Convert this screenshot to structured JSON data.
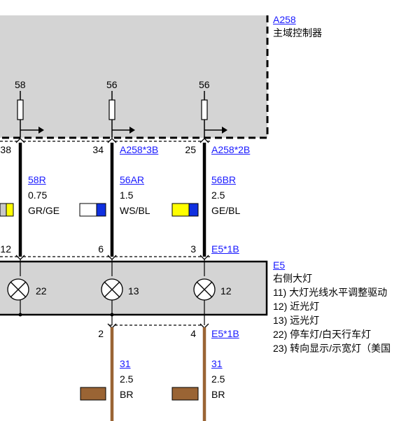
{
  "module_a": {
    "id": "A258",
    "name": "主域控制器",
    "fuse_labels": [
      "58",
      "56",
      "56"
    ]
  },
  "wires": [
    {
      "pin_top": "38",
      "connector_top": "",
      "code": "58R",
      "cross_section": "0.75",
      "color": "GR/GE",
      "swatch_left": "#c8c8c8",
      "swatch_right": "#ffff00",
      "pin_bottom": "12",
      "connector_bottom": ""
    },
    {
      "pin_top": "34",
      "connector_top": "A258*3B",
      "code": "56AR",
      "cross_section": "1.5",
      "color": "WS/BL",
      "swatch_left": "#ffffff",
      "swatch_right": "#1030e0",
      "pin_bottom": "6",
      "connector_bottom": ""
    },
    {
      "pin_top": "25",
      "connector_top": "A258*2B",
      "code": "56BR",
      "cross_section": "2.5",
      "color": "GE/BL",
      "swatch_left": "#ffff00",
      "swatch_right": "#1030e0",
      "pin_bottom": "3",
      "connector_bottom": "E5*1B"
    }
  ],
  "module_e": {
    "id": "E5",
    "name": "右侧大灯",
    "lamps": [
      "22",
      "13",
      "12"
    ],
    "legend": [
      "11) 大灯光线水平调整驱动",
      "12) 近光灯",
      "13) 远光灯",
      "22) 停车灯/白天行车灯",
      "23) 转向显示/示宽灯（美国"
    ]
  },
  "ground_wires": [
    {
      "pin": "2",
      "connector": "",
      "code": "31",
      "cross_section": "2.5",
      "color": "BR",
      "swatch": "#9a6434"
    },
    {
      "pin": "4",
      "connector": "E5*1B",
      "code": "31",
      "cross_section": "2.5",
      "color": "BR",
      "swatch": "#9a6434"
    }
  ]
}
